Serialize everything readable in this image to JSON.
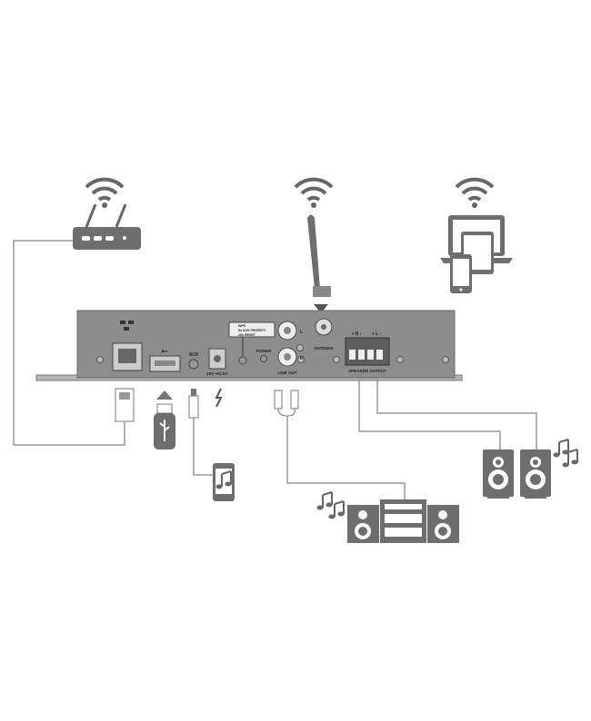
{
  "panel": {
    "wps_label": "WPS",
    "aux_priority_label": "5s AUX PRIORITY",
    "reset_label": "10s RESET",
    "aux_label": "AUX",
    "power_spec": "18V ⎓/2.5A",
    "power_label": "POWER",
    "line_out_label": "LINE OUT",
    "left_label": "L",
    "right_label": "R",
    "antenna_label": "ANTENNA",
    "speaker_r_label": "+ R -",
    "speaker_l_label": "+ L -",
    "speaker_output_label": "SPEAKER OUTPUT"
  },
  "colors": {
    "panel": "#8a8a8a",
    "line": "#777777",
    "device": "#6e6e6e"
  }
}
